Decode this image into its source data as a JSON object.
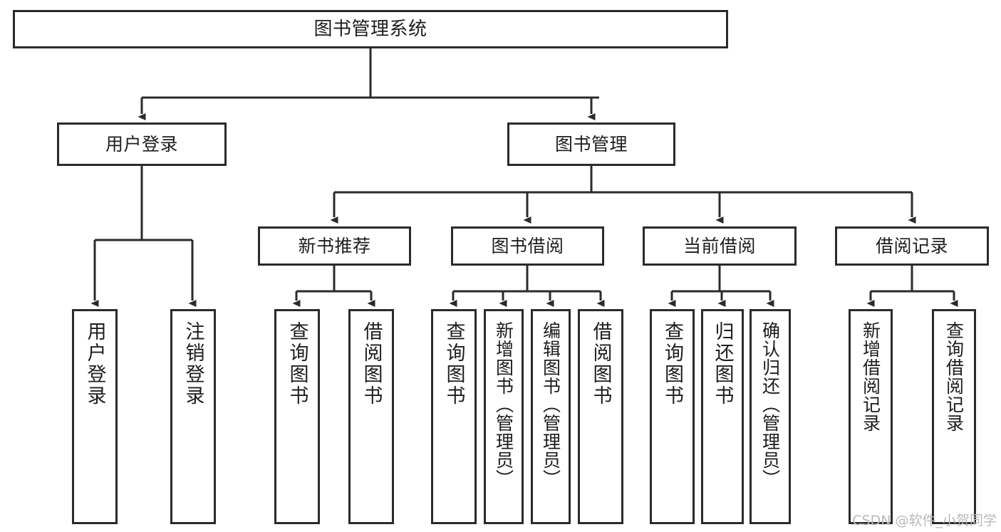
{
  "diagram": {
    "title": "图书管理系统",
    "type": "tree-hierarchy-chart",
    "watermark": "CSDN @软件_小贺同学",
    "colors": {
      "stroke": "#2b2b2b",
      "fill": "#ffffff",
      "text": "#1d1d1d",
      "watermark": "#b9b9b9"
    },
    "nodes": {
      "root": {
        "label": "图书管理系统"
      },
      "level1": [
        {
          "id": "user-login",
          "label": "用户登录"
        },
        {
          "id": "book-management",
          "label": "图书管理"
        }
      ],
      "level2": [
        {
          "id": "new-book-recommend",
          "label": "新书推荐"
        },
        {
          "id": "book-borrow",
          "label": "图书借阅"
        },
        {
          "id": "current-borrow",
          "label": "当前借阅"
        },
        {
          "id": "borrow-record",
          "label": "借阅记录"
        }
      ],
      "leaves": {
        "user-login": [
          {
            "id": "leaf-user-login",
            "label": "用户登录"
          },
          {
            "id": "leaf-user-logout",
            "label": "注销登录"
          }
        ],
        "new-book-recommend": [
          {
            "id": "leaf-query-book-1",
            "label": "查询图书"
          },
          {
            "id": "leaf-borrow-book-1",
            "label": "借阅图书"
          }
        ],
        "book-borrow": [
          {
            "id": "leaf-query-book-2",
            "label": "查询图书"
          },
          {
            "id": "leaf-add-book",
            "label": "新增图书（管理员）"
          },
          {
            "id": "leaf-edit-book",
            "label": "编辑图书（管理员）"
          },
          {
            "id": "leaf-borrow-book-2",
            "label": "借阅图书"
          }
        ],
        "current-borrow": [
          {
            "id": "leaf-query-book-3",
            "label": "查询图书"
          },
          {
            "id": "leaf-return-book",
            "label": "归还图书"
          },
          {
            "id": "leaf-confirm-return",
            "label": "确认归还（管理员）"
          }
        ],
        "borrow-record": [
          {
            "id": "leaf-add-record",
            "label": "新增借阅记录"
          },
          {
            "id": "leaf-query-record",
            "label": "查询借阅记录"
          }
        ]
      }
    }
  }
}
